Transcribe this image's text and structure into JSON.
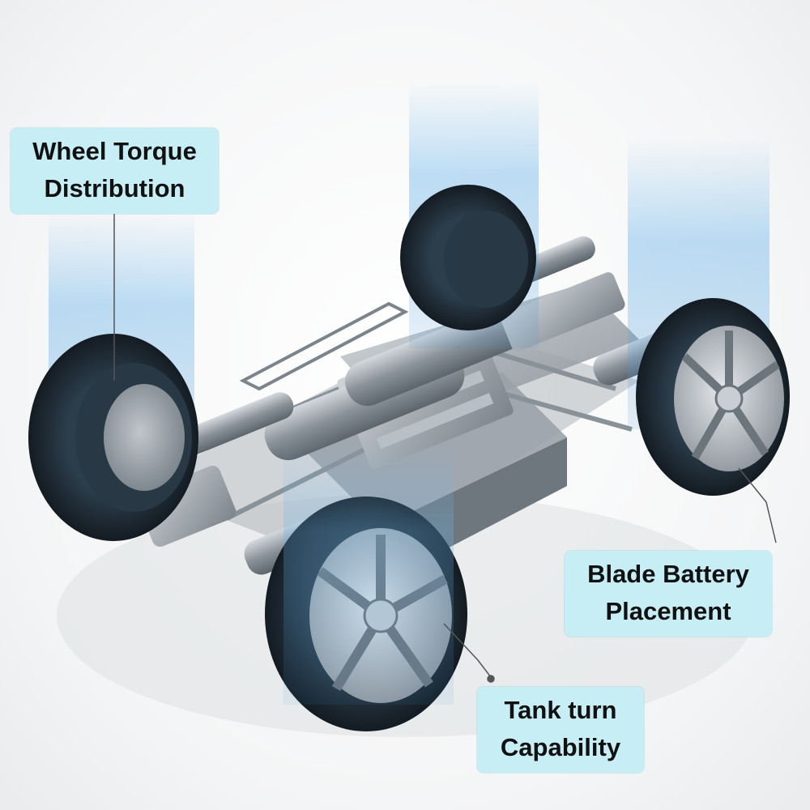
{
  "callouts": {
    "wheel_torque": {
      "line1": "Wheel Torque",
      "line2": "Distribution"
    },
    "blade_battery": {
      "line1": "Blade Battery",
      "line2": "Placement"
    },
    "tank_turn": {
      "line1": "Tank turn",
      "line2": "Capability"
    }
  },
  "colors": {
    "callout_bg": "#c8eef5",
    "tire": "#1f2c36",
    "rim": "#b9bfc5",
    "chassis": "#8e969d",
    "beam": "#5aa7e0"
  },
  "icons": [
    "wheel-icon",
    "battery-pack-icon",
    "axle-icon"
  ]
}
